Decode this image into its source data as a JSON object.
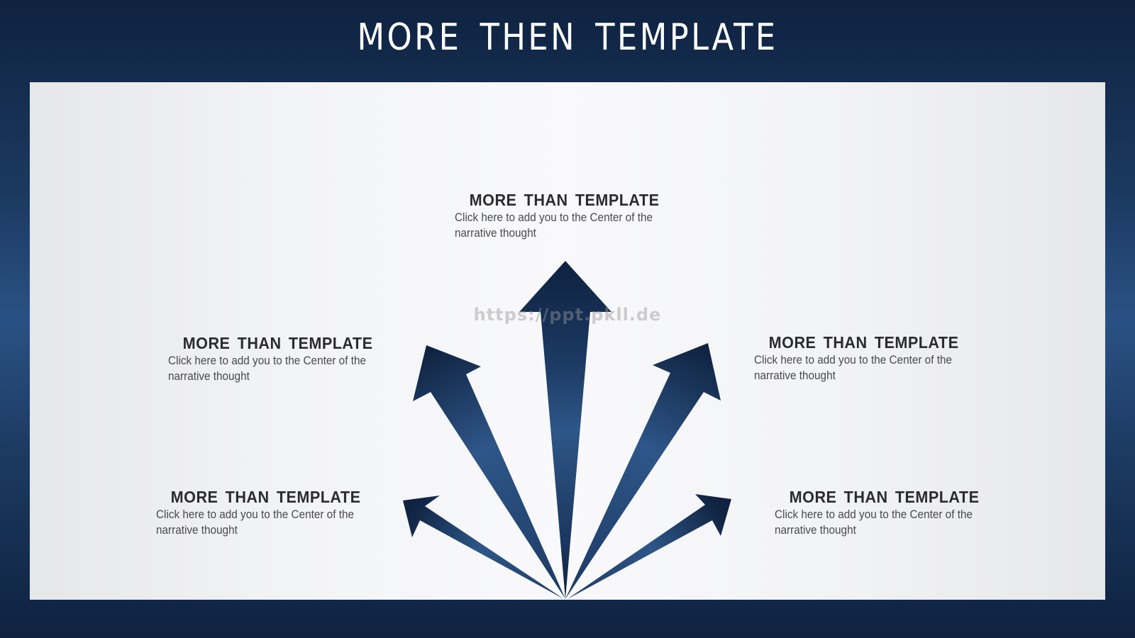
{
  "title": "MORE THEN TEMPLATE",
  "watermark": "https://ppt.pkll.de",
  "colors": {
    "background_dark": "#0f2240",
    "background_mid": "#2a5184",
    "panel": "#f3f4f6",
    "arrow_dark": "#0f2240",
    "arrow_light": "#2e5688",
    "heading_text": "#2c2c2e",
    "body_text": "#4a4a4c"
  },
  "icons": [
    "arrow-up-left-low-icon",
    "arrow-up-left-icon",
    "arrow-up-icon",
    "arrow-up-right-icon",
    "arrow-up-right-low-icon"
  ],
  "blocks": [
    {
      "heading": "MORE THAN TEMPLATE",
      "text": "Click here to add  you to the Center of the narrative thought"
    },
    {
      "heading": "MORE THAN TEMPLATE",
      "text": "Click here to add  you to the Center of the narrative thought"
    },
    {
      "heading": "MORE THAN TEMPLATE",
      "text": "Click here to add  you to the Center of the narrative thought"
    },
    {
      "heading": "MORE THAN TEMPLATE",
      "text": "Click here to add  you to the Center of the narrative thought"
    },
    {
      "heading": "MORE THAN TEMPLATE",
      "text": "Click here to add  you to the Center of the narrative thought"
    }
  ]
}
